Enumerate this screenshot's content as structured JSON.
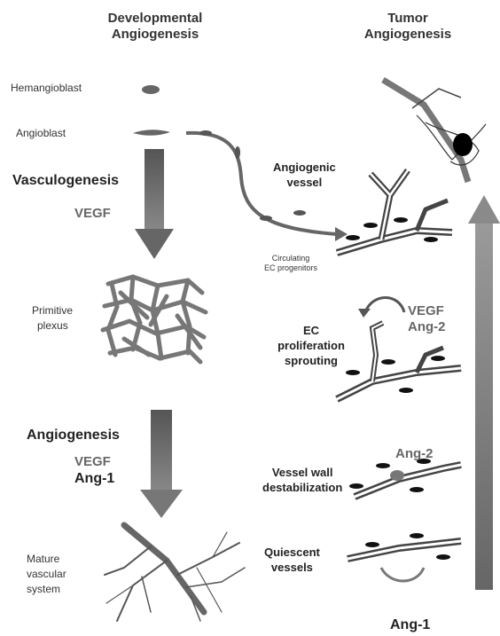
{
  "headers": {
    "left_line1": "Developmental",
    "left_line2": "Angiogenesis",
    "right_line1": "Tumor",
    "right_line2": "Angiogenesis"
  },
  "left": {
    "hemangioblast": "Hemangioblast",
    "angioblast": "Angioblast",
    "vasculogenesis": "Vasculogenesis",
    "vegf1": "VEGF",
    "primitive1": "Primitive",
    "primitive2": "plexus",
    "angiogenesis": "Angiogenesis",
    "vegf2": "VEGF",
    "ang1": "Ang-1",
    "mature1": "Mature",
    "mature2": "vascular",
    "mature3": "system"
  },
  "right": {
    "angiogenic1": "Angiogenic",
    "angiogenic2": "vessel",
    "circ1": "Circulating",
    "circ2": "EC progenitors",
    "ec1": "EC",
    "ec2": "proliferation",
    "ec3": "sprouting",
    "vegf": "VEGF",
    "ang2a": "Ang-2",
    "wall1": "Vessel wall",
    "wall2": "destabilization",
    "ang2b": "Ang-2",
    "quiescent1": "Quiescent",
    "quiescent2": "vessels",
    "ang1b": "Ang-1"
  }
}
